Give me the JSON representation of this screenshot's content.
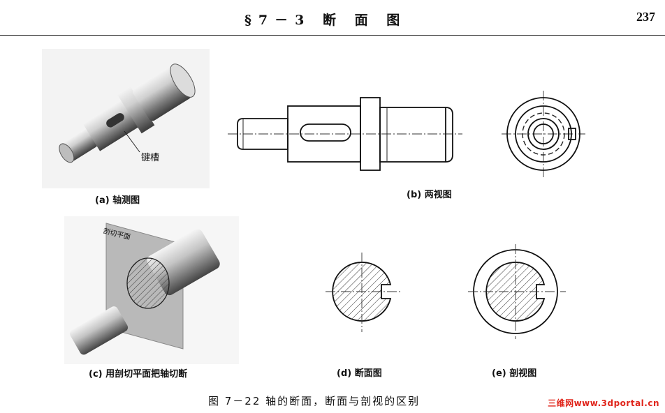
{
  "header": {
    "title": "§7－3 断 面 图",
    "page_number": "237"
  },
  "figures": {
    "a": {
      "caption": "(a) 轴测图",
      "callout": "键槽"
    },
    "b": {
      "caption": "(b) 两视图"
    },
    "c": {
      "caption": "(c) 用剖切平面把轴切断",
      "plane_label": "剖切平面"
    },
    "d": {
      "caption": "(d) 断面图"
    },
    "e": {
      "caption": "(e) 剖视图"
    }
  },
  "figure_caption": "图 7－22 轴的断面，断面与剖视的区别",
  "watermark": "三维网www.3dportal.cn"
}
